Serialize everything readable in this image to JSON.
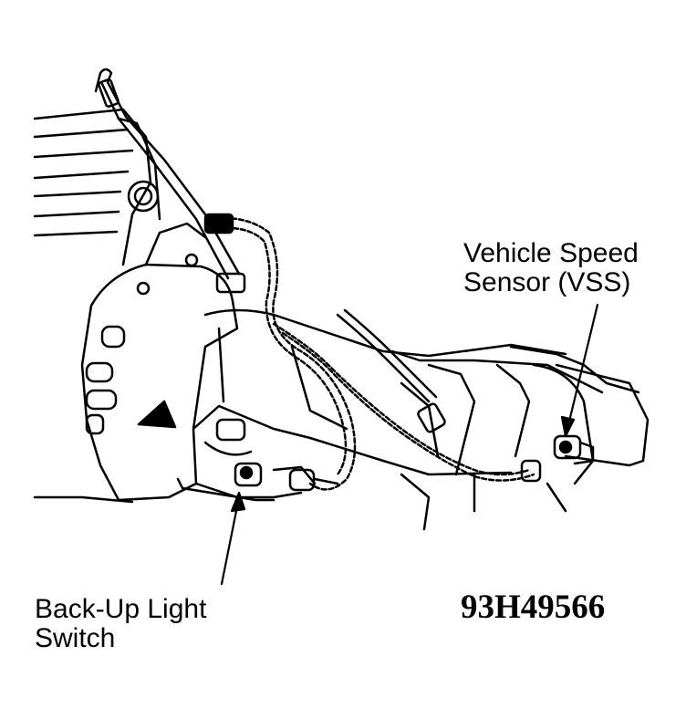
{
  "diagram": {
    "labels": {
      "vehicle_speed_sensor": "Vehicle Speed\nSensor (VSS)",
      "back_up_light_switch": "Back-Up Light\nSwitch"
    },
    "figure_id": "93H49566",
    "colors": {
      "ink": "#000000",
      "paper": "#ffffff"
    }
  }
}
